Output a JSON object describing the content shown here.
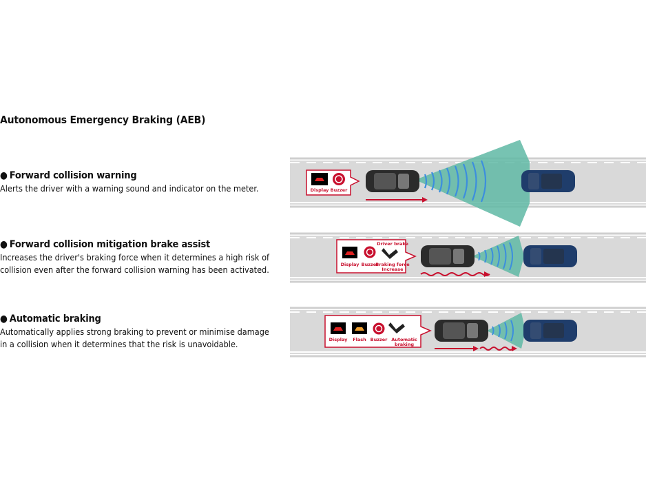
{
  "page_title": "Autonomous Emergency Braking (AEB)",
  "features": [
    {
      "title": "Forward collision warning",
      "description_lines": [
        "Alerts the driver with a warning sound and indicator on the meter."
      ],
      "indicators": [
        "Display",
        "Buzzer"
      ]
    },
    {
      "title": "Forward collision mitigation brake assist",
      "description_lines": [
        "Increases the driver's braking force when it determines a high risk of",
        "collision even after the forward collision warning has been activated."
      ],
      "indicators": [
        "Display",
        "Buzzer",
        "Driver brake",
        "Braking force",
        "Increase"
      ]
    },
    {
      "title": "Automatic braking",
      "description_lines": [
        "Automatically applies strong braking to prevent or minimise damage",
        "in a collision when it determines that the risk is unavoidable."
      ],
      "indicators": [
        "Display",
        "Flash",
        "Buzzer",
        "Automatic",
        "braking"
      ]
    }
  ],
  "colors": {
    "accent_red": "#c8102e",
    "radar_teal": "#5fb9a5",
    "radar_blue": "#3c8ede",
    "road": "#d8d8d8",
    "own_car": "#2a2a2a",
    "lead_car": "#1f3d6b"
  },
  "icons": [
    "warning-car-icon",
    "buzzer-icon",
    "brake-pedal-icon",
    "flash-icon"
  ]
}
